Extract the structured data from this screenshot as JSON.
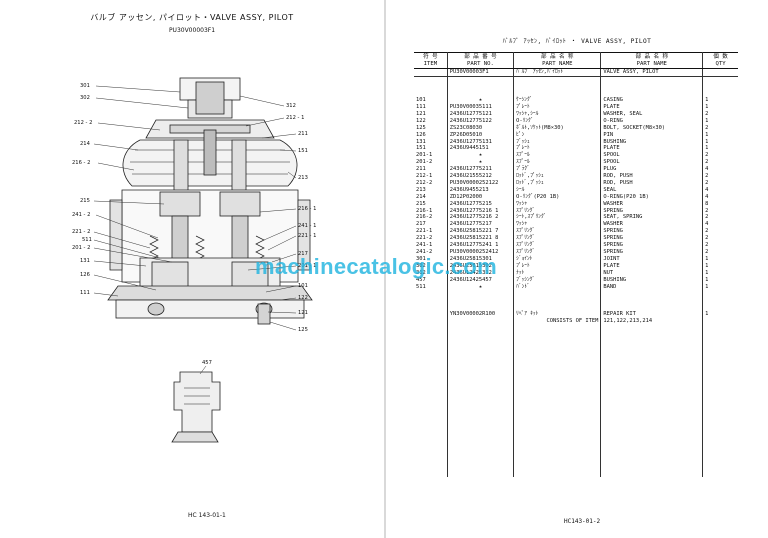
{
  "left_page": {
    "title": "バルブ アッセン, パイロット・VALVE ASSY, PILOT",
    "subtitle": "PU30V00003F1",
    "footer": "HC 143-01-1",
    "callouts": {
      "c301": "301",
      "c302": "302",
      "c2122": "212 - 2",
      "c214": "214",
      "c2162": "216 - 2",
      "c215": "215",
      "c2412": "241 - 2",
      "c2212": "221 - 2",
      "c511": "511",
      "c2012": "201 - 2",
      "c131": "131",
      "c126": "126",
      "c111": "111",
      "c312": "312",
      "c2121": "212 - 1",
      "c211": "211",
      "c151": "151",
      "c213": "213",
      "c2161": "216 - 1",
      "c2411": "241 - 1",
      "c2211": "221 - 1",
      "c217": "217",
      "c2011": "201 - 1",
      "c101": "101",
      "c122": "122",
      "c121": "121",
      "c125": "125",
      "c457": "457"
    }
  },
  "right_page": {
    "title": "ﾊﾞﾙﾌﾞ ｱｯｾﾝ, ﾊﾟｲﾛｯﾄ ・ VALVE ASSY, PILOT",
    "headers": {
      "item_jp": "符 号",
      "item_en": "ITEM",
      "partno_jp": "部 品 番 号",
      "partno_en": "PART NO.",
      "name_jp": "部 品 名 称",
      "name_en": "PART NAME",
      "name2_jp": "部 品 名 称",
      "name2_en": "PART NAME",
      "qty_jp": "個 数",
      "qty_en": "QTY"
    },
    "assy": {
      "part_no": "PU30V00003F1",
      "name_jp": "ﾊﾞﾙﾌﾞ ｱｯｾﾝ,ﾊﾟｲﾛｯﾄ",
      "name_en": "VALVE ASSY, PILOT"
    },
    "rows": [
      {
        "item": "101",
        "part_no": "★",
        "name_jp": "ｹｰｼﾝｸﾞ",
        "name_en": "CASING",
        "qty": "1"
      },
      {
        "item": "111",
        "part_no": "PU30V00035111",
        "name_jp": "ﾌﾟﾚｰﾄ",
        "name_en": "PLATE",
        "qty": "1"
      },
      {
        "item": "121",
        "part_no": "2436U12775121",
        "name_jp": "ﾜｯｼｬ,ｼｰﾙ",
        "name_en": "WASHER, SEAL",
        "qty": "2"
      },
      {
        "item": "122",
        "part_no": "2436U12775122",
        "name_jp": "O-ﾘﾝｸﾞ",
        "name_en": "O-RING",
        "qty": "1"
      },
      {
        "item": "125",
        "part_no": "ZS23C08030",
        "name_jp": "ﾎﾞﾙﾄ,ｿｹｯﾄ(M8×30)",
        "name_en": "BOLT, SOCKET(M8×30)",
        "qty": "2"
      },
      {
        "item": "126",
        "part_no": "ZP26D05010",
        "name_jp": "ﾋﾟﾝ",
        "name_en": "PIN",
        "qty": "1"
      },
      {
        "item": "131",
        "part_no": "2436U12775131",
        "name_jp": "ﾌﾞｯｼｭ",
        "name_en": "BUSHING",
        "qty": "1"
      },
      {
        "item": "151",
        "part_no": "2436U9445151",
        "name_jp": "ﾌﾟﾚｰﾄ",
        "name_en": "PLATE",
        "qty": "1"
      },
      {
        "item": "201-1",
        "part_no": "★",
        "name_jp": "ｽﾌﾟｰﾙ",
        "name_en": "SPOOL",
        "qty": "2"
      },
      {
        "item": "201-2",
        "part_no": "★",
        "name_jp": "ｽﾌﾟｰﾙ",
        "name_en": "SPOOL",
        "qty": "2"
      },
      {
        "item": "211",
        "part_no": "2436U12775211",
        "name_jp": "ﾌﾟﾗｸﾞ",
        "name_en": "PLUG",
        "qty": "4"
      },
      {
        "item": "212-1",
        "part_no": "2436U21555212",
        "name_jp": "ﾛｯﾄﾞ,ﾌﾟｯｼｭ",
        "name_en": "ROD, PUSH",
        "qty": "2"
      },
      {
        "item": "212-2",
        "part_no": "PU30V0000252122",
        "name_jp": "ﾛｯﾄﾞ,ﾌﾟｯｼｭ",
        "name_en": "ROD, PUSH",
        "qty": "2"
      },
      {
        "item": "213",
        "part_no": "2436U9455213",
        "name_jp": "ｼｰﾙ",
        "name_en": "SEAL",
        "qty": "4"
      },
      {
        "item": "214",
        "part_no": "ZD12P02000",
        "name_jp": "O-ﾘﾝｸﾞ(P20 1B)",
        "name_en": "O-RING(P20 1B)",
        "qty": "4"
      },
      {
        "item": "215",
        "part_no": "2436U12775215",
        "name_jp": "ﾜｯｼｬ",
        "name_en": "WASHER",
        "qty": "8"
      },
      {
        "item": "216-1",
        "part_no": "2436U12775216 1",
        "name_jp": "ｽﾌﾟﾘﾝｸﾞ",
        "name_en": "SPRING",
        "qty": "2"
      },
      {
        "item": "216-2",
        "part_no": "2436U12775216 2",
        "name_jp": "ｼｰﾄ,ｽﾌﾟﾘﾝｸﾞ",
        "name_en": "SEAT, SPRING",
        "qty": "2"
      },
      {
        "item": "217",
        "part_no": "2436U12775217",
        "name_jp": "ﾜｯｼｬ",
        "name_en": "WASHER",
        "qty": "4"
      },
      {
        "item": "221-1",
        "part_no": "2436U25815221 7",
        "name_jp": "ｽﾌﾟﾘﾝｸﾞ",
        "name_en": "SPRING",
        "qty": "2"
      },
      {
        "item": "221-2",
        "part_no": "2436U25815221 8",
        "name_jp": "ｽﾌﾟﾘﾝｸﾞ",
        "name_en": "SPRING",
        "qty": "2"
      },
      {
        "item": "241-1",
        "part_no": "2436U12775241 1",
        "name_jp": "ｽﾌﾟﾘﾝｸﾞ",
        "name_en": "SPRING",
        "qty": "2"
      },
      {
        "item": "241-2",
        "part_no": "PU30V0000252412",
        "name_jp": "ｽﾌﾟﾘﾝｸﾞ",
        "name_en": "SPRING",
        "qty": "2"
      },
      {
        "item": "301",
        "part_no": "2436U25815301",
        "name_jp": "ｼﾞｮｲﾝﾄ",
        "name_en": "JOINT",
        "qty": "1"
      },
      {
        "item": "302",
        "part_no": "2436U25815302",
        "name_jp": "ﾌﾟﾚｰﾄ",
        "name_en": "PLATE",
        "qty": "1"
      },
      {
        "item": "312",
        "part_no": "2436U12425312",
        "name_jp": "ﾅｯﾄ",
        "name_en": "NUT",
        "qty": "1"
      },
      {
        "item": "457",
        "part_no": "2436U12425457",
        "name_jp": "ﾌﾞｯｼﾝｸﾞ",
        "name_en": "BUSHING",
        "qty": "1"
      },
      {
        "item": "511",
        "part_no": "★",
        "name_jp": "ﾊﾞﾝﾄﾞ",
        "name_en": "BAND",
        "qty": "1"
      }
    ],
    "kit": {
      "part_no": "YN30V00002R100",
      "name_jp": "ﾘﾍﾟｱ ｷｯﾄ",
      "name_en": "REPAIR KIT",
      "qty": "1",
      "consists": "CONSISTS OF ITEM",
      "items": "121,122,213,214"
    },
    "watermark": "machinecatalogic.com",
    "footer": "HC143-01-2"
  }
}
